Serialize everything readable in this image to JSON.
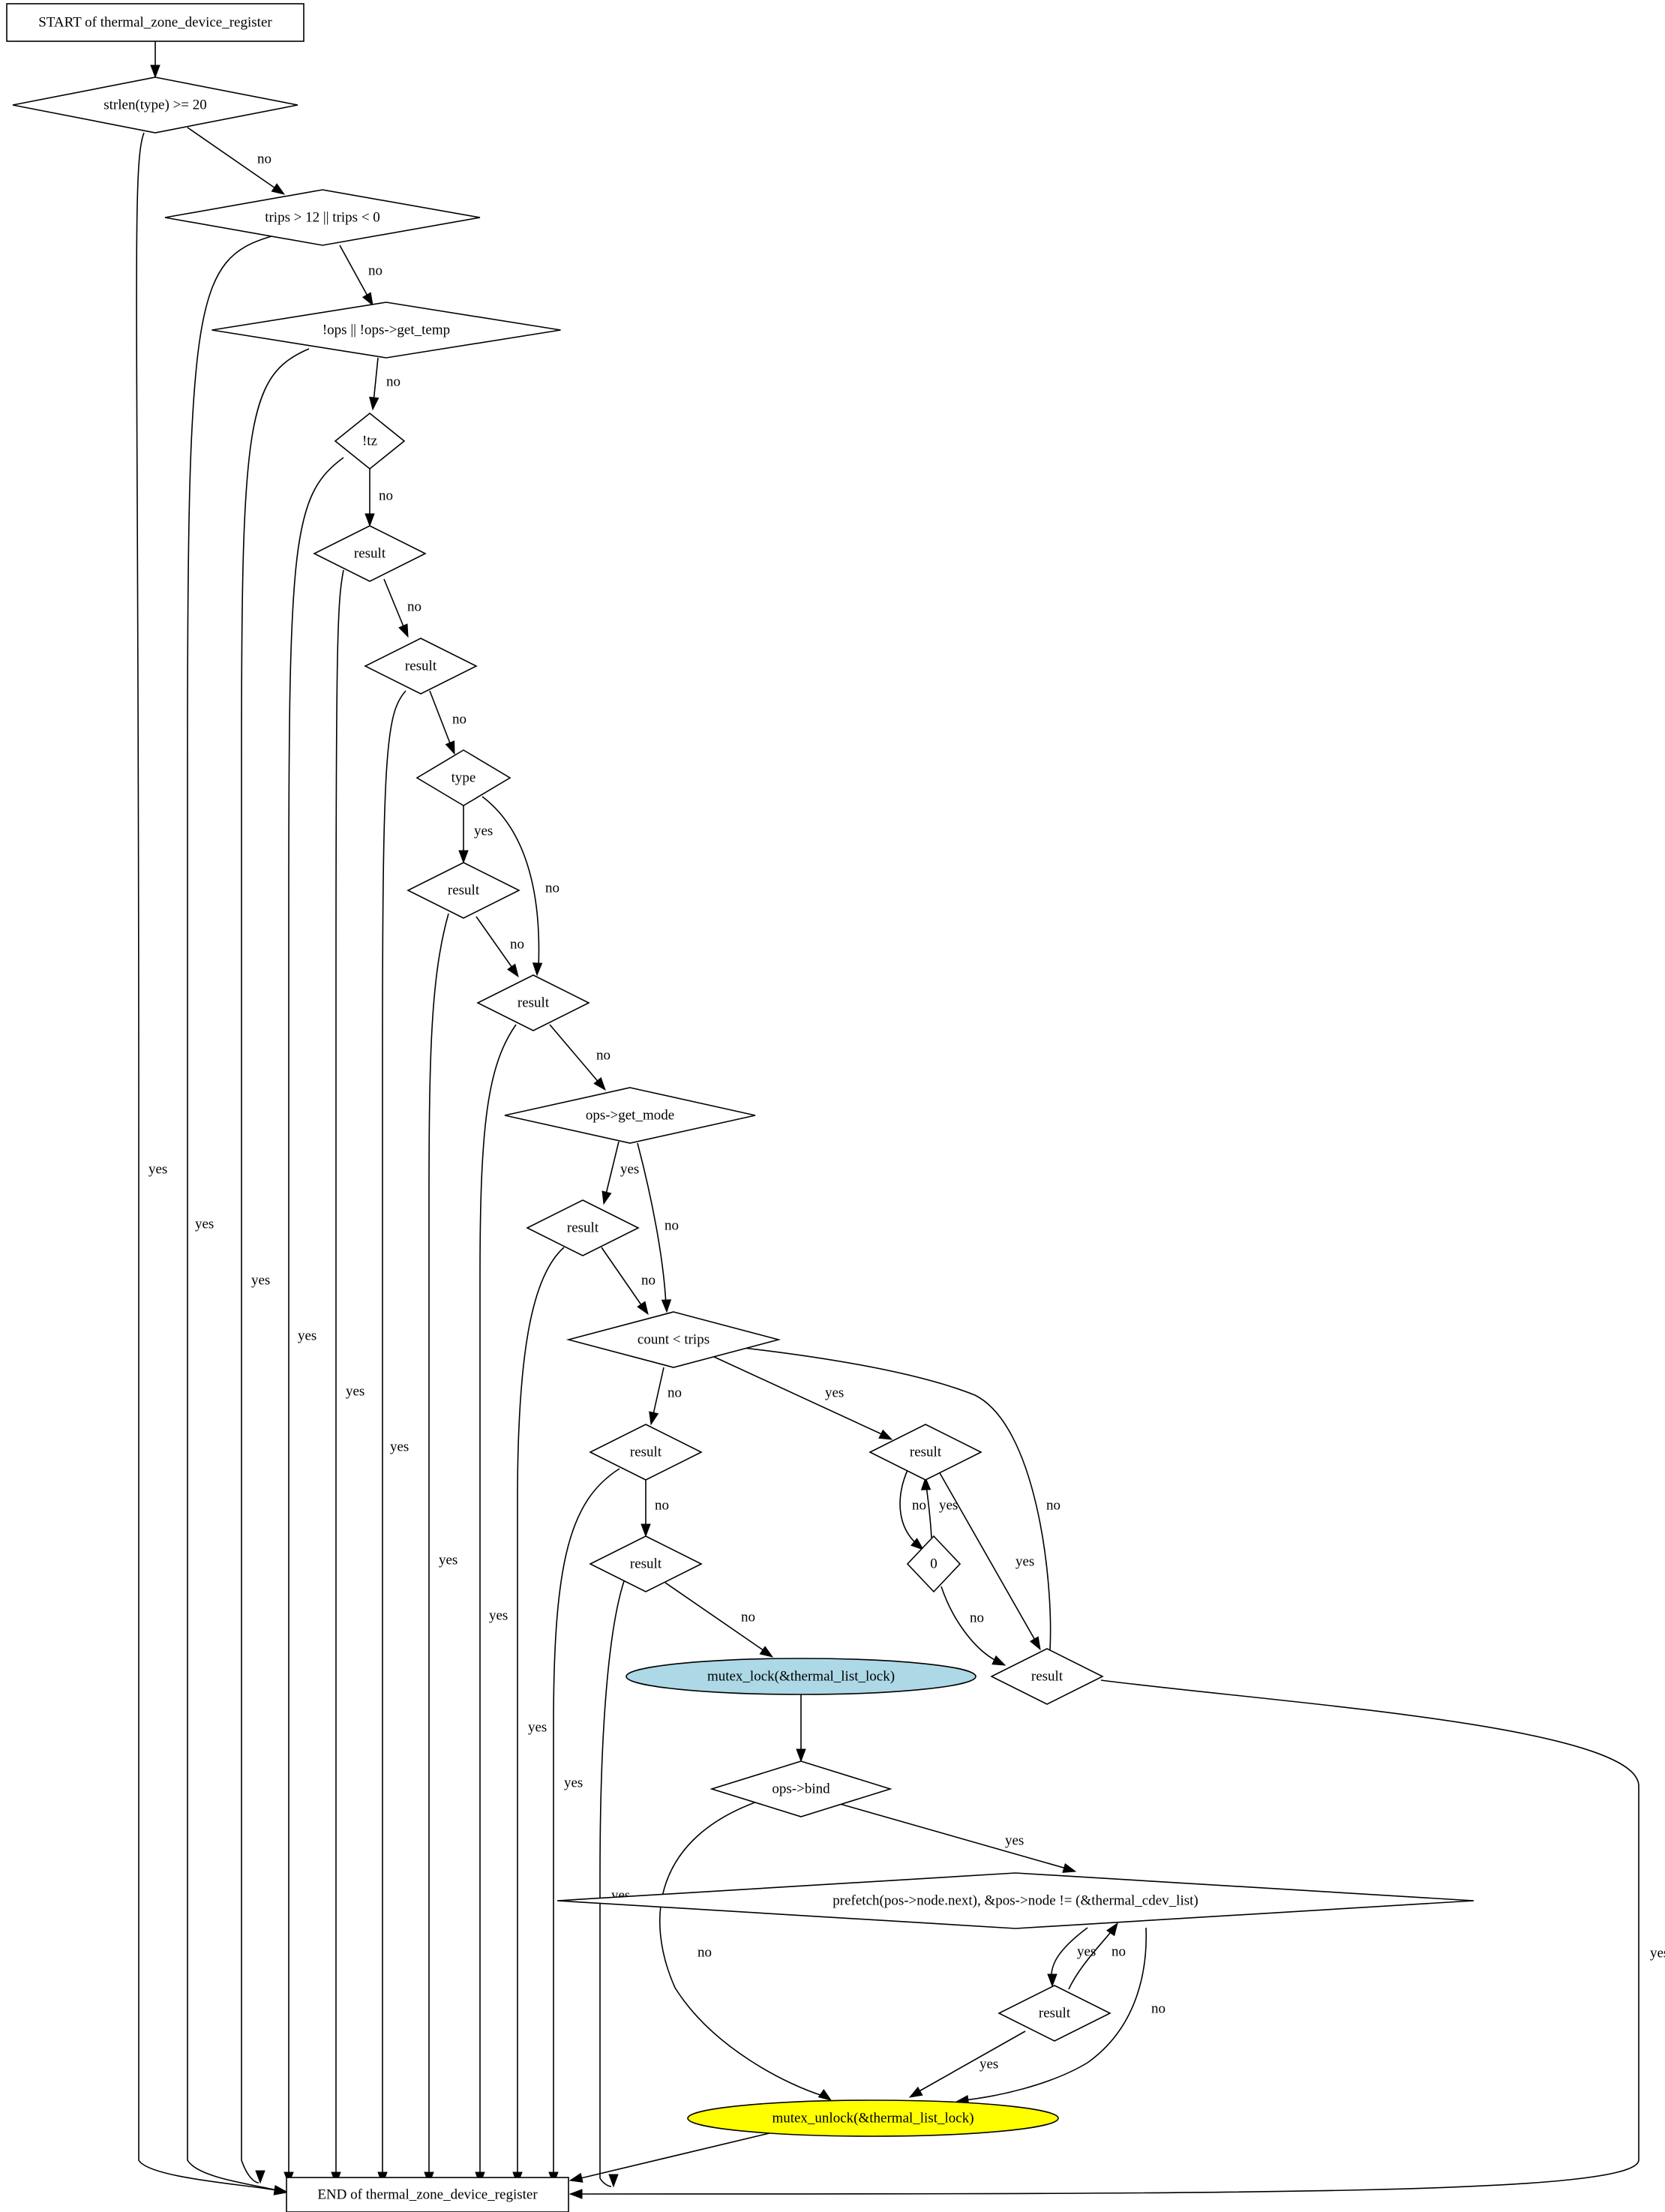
{
  "diagram": {
    "nodes": [
      {
        "id": "start",
        "label": "START of thermal_zone_device_register",
        "shape": "box"
      },
      {
        "id": "d1",
        "label": "strlen(type) >= 20",
        "shape": "diamond"
      },
      {
        "id": "d2",
        "label": "trips > 12 || trips < 0",
        "shape": "diamond"
      },
      {
        "id": "d3",
        "label": "!ops || !ops->get_temp",
        "shape": "diamond"
      },
      {
        "id": "d4",
        "label": "!tz",
        "shape": "diamond"
      },
      {
        "id": "d5",
        "label": "result",
        "shape": "diamond"
      },
      {
        "id": "d6",
        "label": "result",
        "shape": "diamond"
      },
      {
        "id": "d7",
        "label": "type",
        "shape": "diamond"
      },
      {
        "id": "d8",
        "label": "result",
        "shape": "diamond"
      },
      {
        "id": "d9",
        "label": "result",
        "shape": "diamond"
      },
      {
        "id": "d10",
        "label": "ops->get_mode",
        "shape": "diamond"
      },
      {
        "id": "d11",
        "label": "result",
        "shape": "diamond"
      },
      {
        "id": "d12",
        "label": "count < trips",
        "shape": "diamond"
      },
      {
        "id": "d13",
        "label": "result",
        "shape": "diamond"
      },
      {
        "id": "d14",
        "label": "result",
        "shape": "diamond"
      },
      {
        "id": "d15",
        "label": "result",
        "shape": "diamond"
      },
      {
        "id": "d16",
        "label": "0",
        "shape": "diamond"
      },
      {
        "id": "d17",
        "label": "result",
        "shape": "diamond"
      },
      {
        "id": "lock",
        "label": "mutex_lock(&thermal_list_lock)",
        "shape": "ellipse",
        "fill": "#add8e6"
      },
      {
        "id": "d18",
        "label": "ops->bind",
        "shape": "diamond"
      },
      {
        "id": "d19",
        "label": "prefetch(pos->node.next), &pos->node != (&thermal_cdev_list)",
        "shape": "diamond"
      },
      {
        "id": "d20",
        "label": "result",
        "shape": "diamond"
      },
      {
        "id": "unlock",
        "label": "mutex_unlock(&thermal_list_lock)",
        "shape": "ellipse",
        "fill": "#ffff00"
      },
      {
        "id": "end",
        "label": "END of thermal_zone_device_register",
        "shape": "box"
      }
    ],
    "edges": [
      {
        "id": "e1",
        "from": "start",
        "to": "d1",
        "label": ""
      },
      {
        "id": "e2",
        "from": "d1",
        "to": "end",
        "label": "yes"
      },
      {
        "id": "e3",
        "from": "d1",
        "to": "d2",
        "label": "no"
      },
      {
        "id": "e4",
        "from": "d2",
        "to": "end",
        "label": "yes"
      },
      {
        "id": "e5",
        "from": "d2",
        "to": "d3",
        "label": "no"
      },
      {
        "id": "e6",
        "from": "d3",
        "to": "end",
        "label": "yes"
      },
      {
        "id": "e7",
        "from": "d3",
        "to": "d4",
        "label": "no"
      },
      {
        "id": "e8",
        "from": "d4",
        "to": "end",
        "label": "yes"
      },
      {
        "id": "e9",
        "from": "d4",
        "to": "d5",
        "label": "no"
      },
      {
        "id": "e10",
        "from": "d5",
        "to": "end",
        "label": "yes"
      },
      {
        "id": "e11",
        "from": "d5",
        "to": "d6",
        "label": "no"
      },
      {
        "id": "e12",
        "from": "d6",
        "to": "end",
        "label": "yes"
      },
      {
        "id": "e13",
        "from": "d6",
        "to": "d7",
        "label": "no"
      },
      {
        "id": "e14",
        "from": "d7",
        "to": "d8",
        "label": "yes"
      },
      {
        "id": "e15",
        "from": "d7",
        "to": "d9",
        "label": "no"
      },
      {
        "id": "e16",
        "from": "d8",
        "to": "end",
        "label": "yes"
      },
      {
        "id": "e17",
        "from": "d8",
        "to": "d9",
        "label": "no"
      },
      {
        "id": "e18",
        "from": "d9",
        "to": "end",
        "label": "yes"
      },
      {
        "id": "e19",
        "from": "d9",
        "to": "d10",
        "label": "no"
      },
      {
        "id": "e20",
        "from": "d10",
        "to": "d11",
        "label": "yes"
      },
      {
        "id": "e21",
        "from": "d10",
        "to": "d12",
        "label": "no"
      },
      {
        "id": "e22",
        "from": "d11",
        "to": "end",
        "label": "yes"
      },
      {
        "id": "e23",
        "from": "d11",
        "to": "d12",
        "label": "no"
      },
      {
        "id": "e24",
        "from": "d12",
        "to": "d13",
        "label": "no"
      },
      {
        "id": "e25",
        "from": "d12",
        "to": "d15",
        "label": "yes"
      },
      {
        "id": "e26",
        "from": "d13",
        "to": "end",
        "label": "yes"
      },
      {
        "id": "e27",
        "from": "d13",
        "to": "d14",
        "label": "no"
      },
      {
        "id": "e28",
        "from": "d14",
        "to": "end",
        "label": "yes"
      },
      {
        "id": "e29",
        "from": "d14",
        "to": "lock",
        "label": "no"
      },
      {
        "id": "e30",
        "from": "d15",
        "to": "d16",
        "label": "no"
      },
      {
        "id": "e31",
        "from": "d16",
        "to": "d15",
        "label": "yes"
      },
      {
        "id": "e32",
        "from": "d15",
        "to": "d17",
        "label": "yes"
      },
      {
        "id": "e33",
        "from": "d16",
        "to": "d17",
        "label": "no"
      },
      {
        "id": "e34",
        "from": "d17",
        "to": "d12",
        "label": "no"
      },
      {
        "id": "e35",
        "from": "d17",
        "to": "end",
        "label": "yes"
      },
      {
        "id": "e36",
        "from": "lock",
        "to": "d18",
        "label": ""
      },
      {
        "id": "e37",
        "from": "d18",
        "to": "d19",
        "label": "yes"
      },
      {
        "id": "e38",
        "from": "d18",
        "to": "unlock",
        "label": "no"
      },
      {
        "id": "e39",
        "from": "d19",
        "to": "d20",
        "label": "yes"
      },
      {
        "id": "e40",
        "from": "d20",
        "to": "d19",
        "label": "no"
      },
      {
        "id": "e41",
        "from": "d19",
        "to": "unlock",
        "label": "no"
      },
      {
        "id": "e42",
        "from": "d20",
        "to": "unlock",
        "label": "yes"
      },
      {
        "id": "e43",
        "from": "unlock",
        "to": "end",
        "label": ""
      }
    ]
  }
}
